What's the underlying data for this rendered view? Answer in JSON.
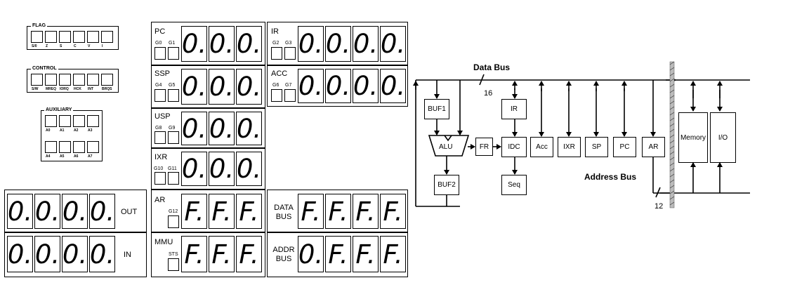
{
  "flag": {
    "title": "FLAG",
    "labels": [
      "S/0",
      "Z",
      "S",
      "C",
      "V",
      "I"
    ]
  },
  "control": {
    "title": "CONTROL",
    "labels": [
      "S/W",
      "MREQ",
      "IORQ",
      "HCK",
      "INT",
      "BRQS"
    ]
  },
  "auxiliary": {
    "title": "AUXILIARY",
    "top_labels": [
      "A0",
      "A1",
      "A2",
      "A3"
    ],
    "bottom_labels": [
      "A4",
      "A5",
      "A6",
      "A7"
    ]
  },
  "registers": {
    "pc": {
      "label": "PC",
      "g1": "G0",
      "g2": "G1",
      "digits": [
        "0.",
        "0.",
        "0."
      ]
    },
    "ssp": {
      "label": "SSP",
      "g1": "G4",
      "g2": "G5",
      "digits": [
        "0.",
        "0.",
        "0."
      ]
    },
    "usp": {
      "label": "USP",
      "g1": "G8",
      "g2": "G9",
      "digits": [
        "0.",
        "0.",
        "0."
      ]
    },
    "ixr": {
      "label": "IXR",
      "g1": "G10",
      "g2": "G11",
      "digits": [
        "0.",
        "0.",
        "0."
      ]
    },
    "ir": {
      "label": "IR",
      "g1": "G2",
      "g2": "G3",
      "digits": [
        "0.",
        "0.",
        "0.",
        "0."
      ]
    },
    "acc": {
      "label": "ACC",
      "g1": "G6",
      "g2": "G7",
      "digits": [
        "0.",
        "0.",
        "0.",
        "0."
      ]
    },
    "ar": {
      "label": "AR",
      "g1": "G12",
      "digits": [
        "F.",
        "F.",
        "F."
      ]
    },
    "mmu": {
      "label": "MMU",
      "g1": "STS",
      "digits": [
        "F.",
        "F.",
        "F."
      ]
    },
    "data_bus": {
      "label1": "DATA",
      "label2": "BUS",
      "digits": [
        "F.",
        "F.",
        "F.",
        "F."
      ]
    },
    "addr_bus": {
      "label1": "ADDR",
      "label2": "BUS",
      "digits": [
        "0.",
        "F.",
        "F.",
        "F."
      ]
    },
    "out": {
      "label": "OUT",
      "digits": [
        "0.",
        "0.",
        "0.",
        "0."
      ]
    },
    "in": {
      "label": "IN",
      "digits": [
        "0.",
        "0.",
        "0.",
        "0."
      ]
    }
  },
  "diagram": {
    "data_bus_label": "Data Bus",
    "data_bus_width": "16",
    "address_bus_label": "Address Bus",
    "address_bus_width": "12",
    "blocks": {
      "buf1": "BUF1",
      "buf2": "BUF2",
      "alu": "ALU",
      "fr": "FR",
      "ir": "IR",
      "idc": "IDC",
      "seq": "Seq",
      "acc": "Acc",
      "ixr": "IXR",
      "sp": "SP",
      "pc": "PC",
      "ar": "AR",
      "memory": "Memory",
      "io": "I/O"
    }
  }
}
